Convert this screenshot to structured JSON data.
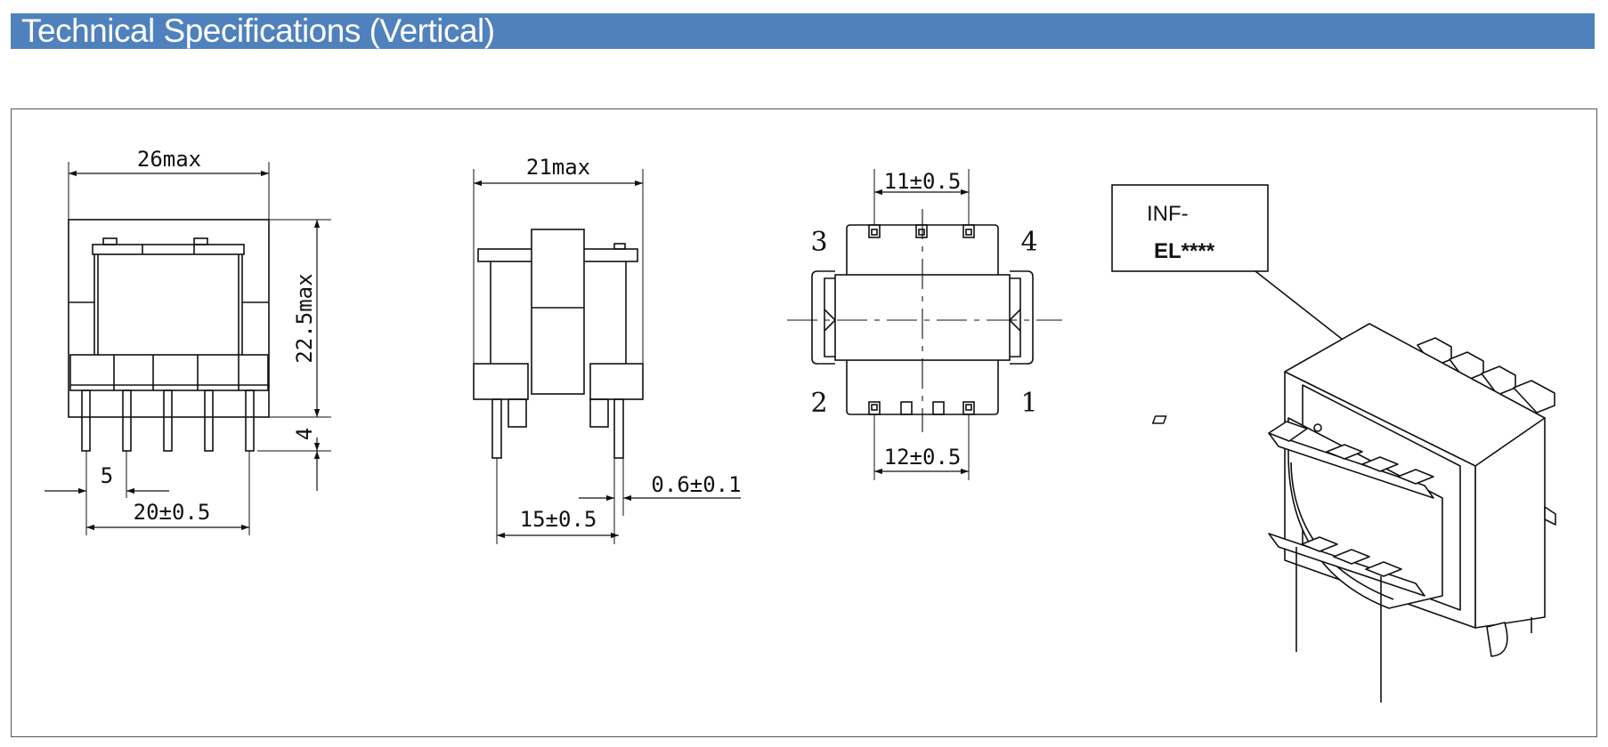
{
  "header": {
    "title": "Technical Specifications (Vertical)",
    "accent_color": "#4f81bd"
  },
  "front_view": {
    "width_label": "26max",
    "height_label": "22.5max",
    "pin_length_label": "4",
    "pitch_label": "5",
    "span_label": "20±0.5"
  },
  "side_view": {
    "width_label": "21max",
    "row_spacing_label": "15±0.5",
    "pin_dia_label": "0.6±0.1"
  },
  "bottom_view": {
    "top_span_label": "11±0.5",
    "bottom_span_label": "12±0.5",
    "pin_numbers": [
      "3",
      "4",
      "2",
      "1"
    ]
  },
  "marking": {
    "line1": "INF-",
    "line2": "EL****"
  }
}
